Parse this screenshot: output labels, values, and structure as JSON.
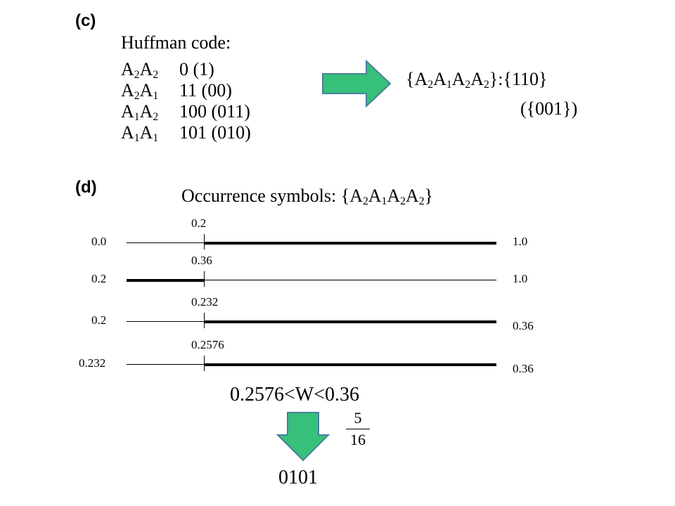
{
  "panel_c": {
    "label": "(c)",
    "title": "Huffman code:",
    "codes": [
      {
        "a": "A",
        "as": "2",
        "b": "A",
        "bs": "2",
        "code": "0  (1)"
      },
      {
        "a": "A",
        "as": "2",
        "b": "A",
        "bs": "1",
        "code": "11  (00)"
      },
      {
        "a": "A",
        "as": "1",
        "b": "A",
        "bs": "2",
        "code": "100 (011)"
      },
      {
        "a": "A",
        "as": "1",
        "b": "A",
        "bs": "1",
        "code": "101 (010)"
      }
    ],
    "result_open": "{",
    "result_syms": [
      {
        "t": "A",
        "s": "2"
      },
      {
        "t": "A",
        "s": "1"
      },
      {
        "t": "A",
        "s": "2"
      },
      {
        "t": "A",
        "s": "2"
      }
    ],
    "result_close": "}:{110}",
    "result_alt": "({001})",
    "arrow_color": "#36c07a"
  },
  "panel_d": {
    "label": "(d)",
    "occurrence_prefix": "Occurrence symbols:  {",
    "occurrence_syms": [
      {
        "t": "A",
        "s": "2"
      },
      {
        "t": "A",
        "s": "1"
      },
      {
        "t": "A",
        "s": "2"
      },
      {
        "t": "A",
        "s": "2"
      }
    ],
    "occurrence_close": "}",
    "intervals": [
      {
        "left": "0.0",
        "right": "1.0",
        "split": "0.2",
        "selected": "right"
      },
      {
        "left": "0.2",
        "right": "1.0",
        "split": "0.36",
        "selected": "left"
      },
      {
        "left": "0.2",
        "right": "0.36",
        "split": "0.232",
        "selected": "right"
      },
      {
        "left": "0.232",
        "right": "0.36",
        "split": "0.2576",
        "selected": "right"
      }
    ],
    "range_text": "0.2576<W<0.36",
    "fraction_num": "5",
    "fraction_den": "16",
    "binary_result": "0101",
    "arrow_color": "#36c07a"
  }
}
